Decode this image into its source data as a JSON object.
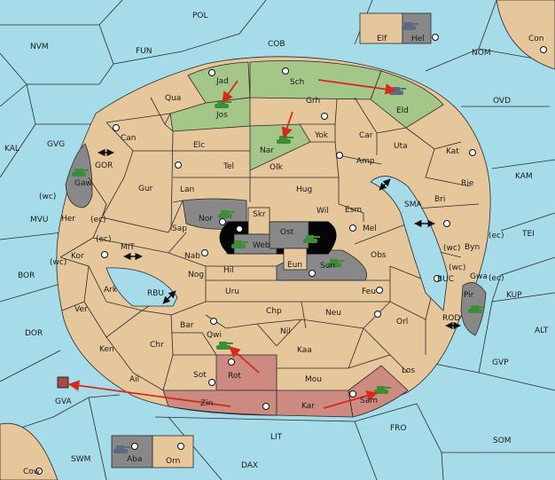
{
  "colors": {
    "sea": "#a6dcea",
    "land": "#e6c79c",
    "power_green": "#a5c689",
    "power_red": "#cc8a80",
    "neutral_grey": "#888888",
    "order_arrow": "#d62b1b",
    "unit_green": "#3b8d38",
    "unit_grey": "#5a6a82",
    "unit_red": "#a64b46"
  },
  "icons": {
    "supply_center": "supply-center-icon",
    "unit": "tank-icon",
    "order": "arrow-icon",
    "convoy": "double-arrow-icon"
  },
  "map": {
    "sea_labels": {
      "pol": "POL",
      "cob": "COB",
      "fun": "FUN",
      "nvm": "NVM",
      "kal": "KAL",
      "gvg": "GVG",
      "mvu": "MVU",
      "bor": "BOR",
      "dor": "DOR",
      "gva": "GVA",
      "swm": "SWM",
      "cow": "Cow",
      "dax": "DAX",
      "lit": "LIT",
      "fro": "FRO",
      "som": "SOM",
      "gvp": "GVP",
      "alt": "ALT",
      "kup": "KUP",
      "tei": "TEI",
      "kam": "KAM",
      "ovd": "OVD",
      "nom": "NOM",
      "con": "Con",
      "gor": "GOR",
      "mit": "MIT",
      "rbu": "RBU",
      "sma": "SMA",
      "buc": "BUC",
      "rod": "ROD"
    },
    "land_labels": {
      "elf": "Elf",
      "hel": "Hel",
      "aba": "Aba",
      "orn": "Orn",
      "jad": "Jad",
      "sch": "Sch",
      "jos": "Jos",
      "grh": "Grh",
      "eld": "Eld",
      "nar": "Nar",
      "qua": "Qua",
      "can": "Can",
      "elc": "Elc",
      "yok": "Yok",
      "car": "Car",
      "uta": "Uta",
      "kat": "Kat",
      "tel": "Tel",
      "olk": "Olk",
      "amp": "Amp",
      "gur": "Gur",
      "lan": "Lan",
      "hug": "Hug",
      "rie": "Rie",
      "bri": "Bri",
      "gaw": "Gaw",
      "her": "Her",
      "nor": "Nor",
      "skr": "Skr",
      "ost": "Ost",
      "wil": "Wil",
      "esm": "Esm",
      "mel": "Mel",
      "sap": "Sap",
      "web": "Web",
      "byn": "Byn",
      "kor": "Kor",
      "nab": "Nab",
      "eun": "Eun",
      "sun": "Sun",
      "obs": "Obs",
      "gwa": "Gwa",
      "hil": "Hil",
      "nog": "Nog",
      "ark": "Ark",
      "uru": "Uru",
      "feu": "Feu",
      "pir": "Pir",
      "ver": "Ver",
      "chp": "Chp",
      "neu": "Neu",
      "orl": "Orl",
      "bar": "Bar",
      "qwi": "Qwi",
      "nil": "Nil",
      "ken": "Ken",
      "chr": "Chr",
      "kaa": "Kaa",
      "rot": "Rot",
      "sot": "Sot",
      "los": "Los",
      "ail": "Ail",
      "mou": "Mou",
      "zin": "Zin",
      "kar": "Kar",
      "sam": "Sam"
    },
    "coast_labels": {
      "gaw_wc": "(wc)",
      "her_ec": "(ec)",
      "kor_ec": "(ec)",
      "kor_wc": "(wc)",
      "byn_wc": "(wc)",
      "byn_ec": "(ec)",
      "gwa_wc": "(wc)",
      "gwa_ec": "(ec)"
    }
  }
}
